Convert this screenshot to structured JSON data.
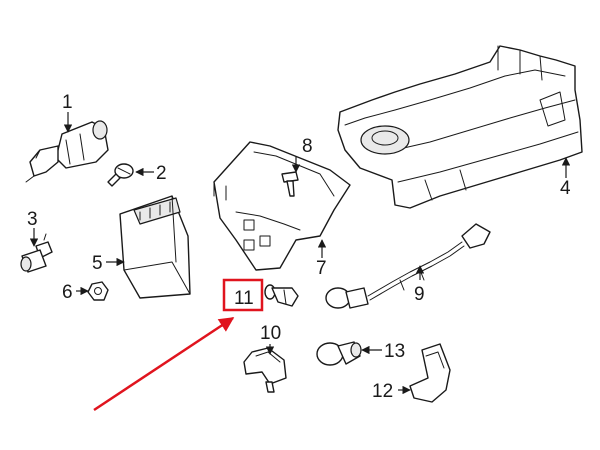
{
  "diagram": {
    "callouts": [
      {
        "id": "1",
        "label": "1"
      },
      {
        "id": "2",
        "label": "2"
      },
      {
        "id": "3",
        "label": "3"
      },
      {
        "id": "4",
        "label": "4"
      },
      {
        "id": "5",
        "label": "5"
      },
      {
        "id": "6",
        "label": "6"
      },
      {
        "id": "7",
        "label": "7"
      },
      {
        "id": "8",
        "label": "8"
      },
      {
        "id": "9",
        "label": "9"
      },
      {
        "id": "10",
        "label": "10"
      },
      {
        "id": "11",
        "label": "11"
      },
      {
        "id": "12",
        "label": "12"
      },
      {
        "id": "13",
        "label": "13"
      }
    ],
    "highlight": {
      "callout": "11",
      "box_color": "#e0141e",
      "arrow_color": "#e0141e"
    },
    "line_color": "#1a1a1a"
  }
}
